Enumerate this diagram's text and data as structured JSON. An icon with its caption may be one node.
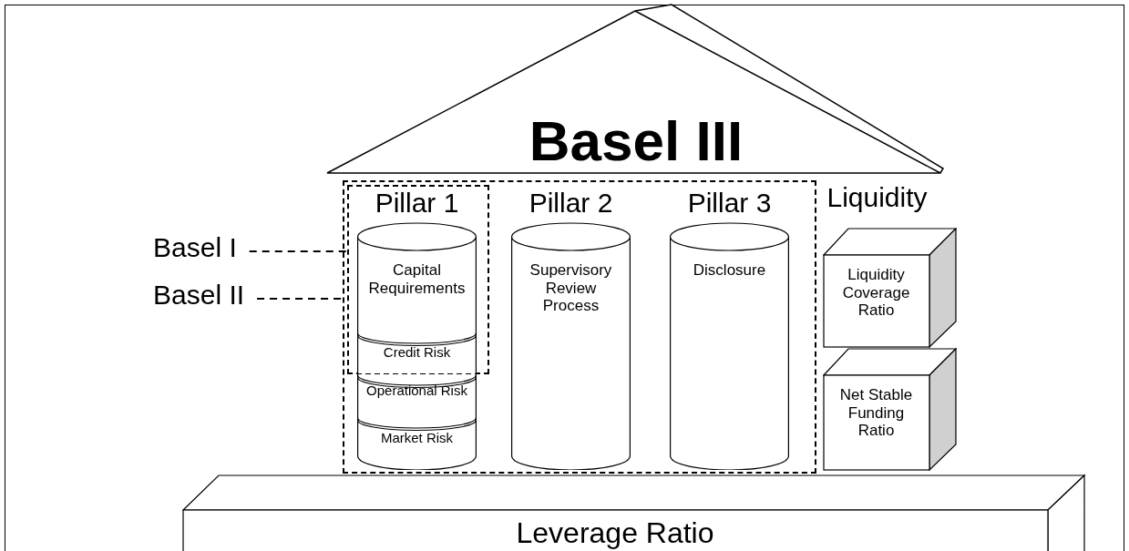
{
  "diagram": {
    "nodes": [
      {
        "text": [
          "Basel III"
        ]
      },
      {
        "text": [
          "Basel I"
        ]
      },
      {
        "text": [
          "Basel II"
        ]
      },
      {
        "text": [],
        "shape": "box"
      },
      {
        "text": [],
        "shape": "box",
        "in": 3
      },
      {
        "text": [
          "Pillar 1",
          "Capital Requirements"
        ],
        "in": 4
      },
      {
        "text": [
          "Credit Risk"
        ],
        "in": 4
      },
      {
        "text": [
          "Operational Risk"
        ],
        "in": 3
      },
      {
        "text": [
          "Market Risk"
        ],
        "in": 3
      },
      {
        "text": [
          "Pillar 2",
          "Supervisory Review Process"
        ],
        "in": 3
      },
      {
        "text": [
          "Pillar 3",
          "Disclosure"
        ],
        "in": 3
      },
      {
        "text": [
          "Liquidity Coverage Ratio"
        ]
      },
      {
        "text": [
          "Net Stable Funding Ratio"
        ]
      },
      {
        "text": [
          "Leverage Ratio"
        ]
      }
    ],
    "edges": [
      {
        "from": 1,
        "to": 4,
        "arrow": "none",
        "style": "dashed"
      },
      {
        "from": 2,
        "to": 3,
        "arrow": "none",
        "style": "dashed"
      }
    ],
    "labels": [
      "Liquidity"
    ]
  }
}
